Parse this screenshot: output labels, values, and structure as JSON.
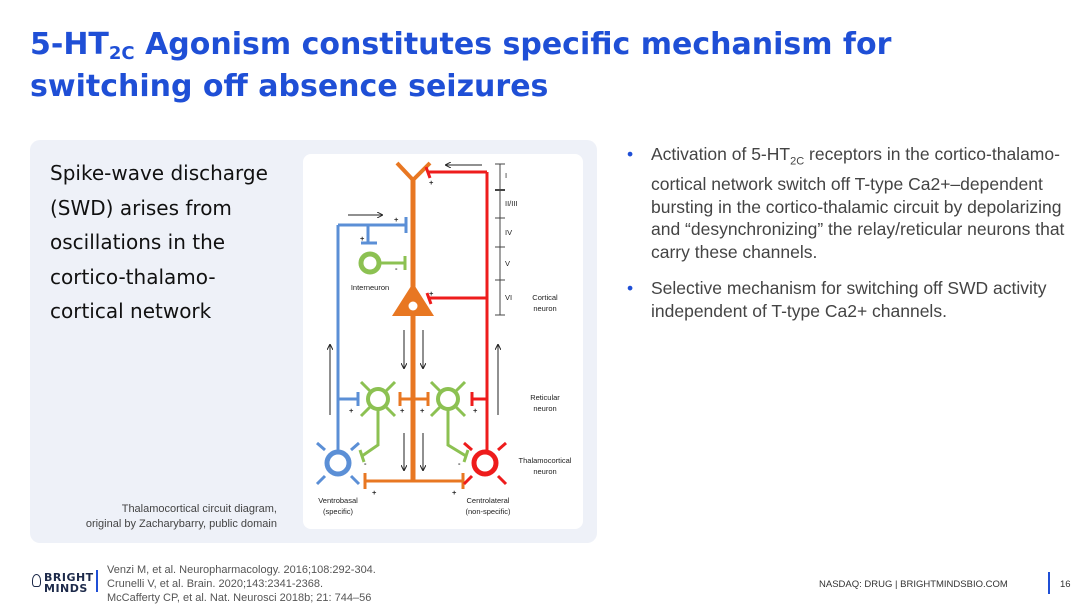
{
  "title": {
    "part1": "5-HT",
    "sub": "2C",
    "part2": " Agonism constitutes specific mechanism for switching off absence seizures"
  },
  "left_text": "Spike-wave discharge (SWD) arises from oscillations in the cortico-thalamo-cortical network",
  "caption": {
    "line1": "Thalamocortical circuit diagram,",
    "line2": "original by Zacharybarry, public domain"
  },
  "diagram": {
    "layers": [
      "I",
      "II/III",
      "IV",
      "V",
      "VI"
    ],
    "labels": {
      "interneuron": "Interneuron",
      "cortical1": "Cortical",
      "cortical2": "neuron",
      "reticular1": "Reticular",
      "reticular2": "neuron",
      "thalamo1": "Thalamocortical",
      "thalamo2": "neuron",
      "vb1": "Ventrobasal",
      "vb2": "(specific)",
      "cl1": "Centrolateral",
      "cl2": "(non-specific)"
    },
    "colors": {
      "cortical": "#e87722",
      "thalamic_specific": "#5b8fd6",
      "thalamic_nonspecific": "#ee1c1c",
      "inhibitory": "#8cc152"
    }
  },
  "bullets": [
    {
      "a": "Activation of 5-HT",
      "sub": "2C",
      "b": " receptors in the cortico-thalamo-cortical network switch off T-type Ca2+–dependent bursting in the cortico-thalamic circuit by depolarizing and “desynchronizing” the relay/reticular neurons that carry these channels."
    },
    {
      "a": "Selective mechanism for switching off SWD activity independent of T-type Ca2+ channels."
    }
  ],
  "logo": {
    "line1": "BRIGHT",
    "line2": "MINDS"
  },
  "references": [
    "Venzi M, et al. Neuropharmacology. 2016;108:292-304.",
    "Crunelli V, et al. Brain. 2020;143:2341-2368.",
    "McCafferty CP, et al. Nat. Neurosci 2018b; 21: 744–56"
  ],
  "footer": "NASDAQ: DRUG | BRIGHTMINDSBIO.COM",
  "page_number": "16"
}
